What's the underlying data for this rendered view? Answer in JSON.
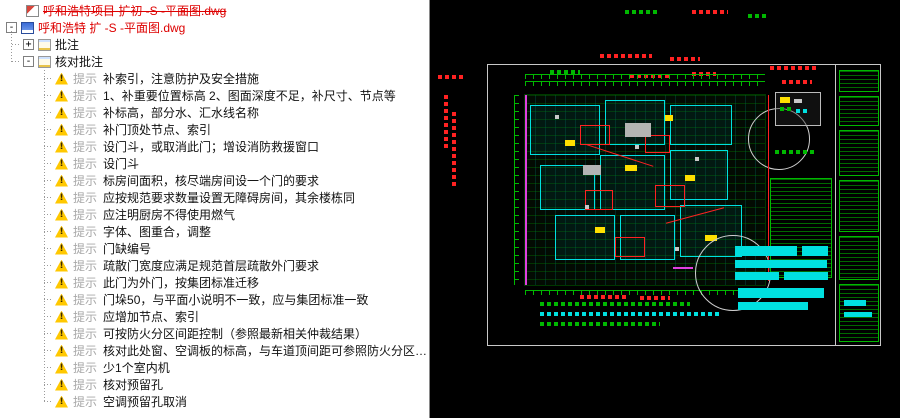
{
  "tree": {
    "file_struck": "呼和浩特项目 扩初 -S -平面图.dwg",
    "file_name": "呼和浩特 扩 -S -平面图.dwg",
    "node_annotation": "批注",
    "node_check": "核对批注",
    "exp_plus": "+",
    "exp_minus": "-",
    "item_tag": "提示",
    "items": [
      "补索引，注意防护及安全措施",
      "1、补重要位置标高 2、图面深度不足，补尺寸、节点等",
      "补标高，部分水、汇水线名称",
      "补门顶处节点、索引",
      "设门斗，或取消此门；增设消防救援窗口",
      "设门斗",
      "标房间面积，核尽端房间设一个门的要求",
      "应按规范要求数量设置无障碍房间，其余楼栋同",
      "应注明厨房不得使用燃气",
      "字体、图重合，调整",
      "门缺编号",
      "疏散门宽度应满足规范首层疏散外门要求",
      "此门为外门，按集团标准迁移",
      "门垛50，与平面小说明不一致，应与集团标准一致",
      "应增加节点、索引",
      "可按防火分区间距控制（参照最新相关仲裁结果）",
      "核对此处窗、空调板的标高，与车道顶间距可参照防火分区间距",
      "少1个室内机",
      "核对预留孔",
      "空调预留孔取消"
    ]
  },
  "cad": {
    "colors": {
      "bg": "#000000",
      "green": "#00b800",
      "cyan": "#00e0e0",
      "red": "#ff2222",
      "yellow": "#ffe000",
      "magenta": "#e040e0",
      "frame": "#c8c8c8",
      "warn": "#ffc800",
      "tree-red": "#dd0000"
    }
  }
}
